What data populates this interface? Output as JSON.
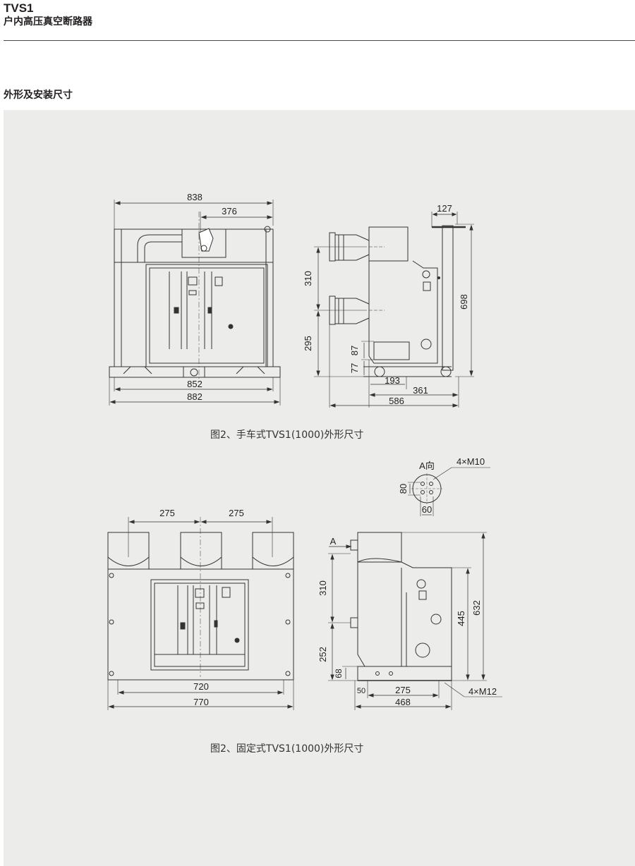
{
  "header": {
    "model": "TVS1",
    "subtitle": "户内高压真空断路器"
  },
  "section_title": "外形及安装尺寸",
  "figure1": {
    "caption": "图2、手车式TVS1(1000)外形尺寸",
    "front": {
      "d_838": "838",
      "d_376": "376",
      "d_852": "852",
      "d_882": "882"
    },
    "side": {
      "d_127": "127",
      "d_310": "310",
      "d_698": "698",
      "d_295": "295",
      "d_87": "87",
      "d_77": "77",
      "d_193": "193",
      "d_361": "361",
      "d_586": "586"
    }
  },
  "figure2": {
    "caption": "图2、固定式TVS1(1000)外形尺寸",
    "view_a": {
      "label": "A向",
      "bolts": "4×M10",
      "d_80": "80",
      "d_60": "60"
    },
    "front": {
      "d_275a": "275",
      "d_275b": "275",
      "d_720": "720",
      "d_770": "770"
    },
    "side": {
      "a_marker": "A",
      "d_310": "310",
      "d_252": "252",
      "d_68": "68",
      "d_445": "445",
      "d_632": "632",
      "d_50": "50",
      "d_275": "275",
      "d_468": "468",
      "bolts": "4×M12"
    }
  }
}
